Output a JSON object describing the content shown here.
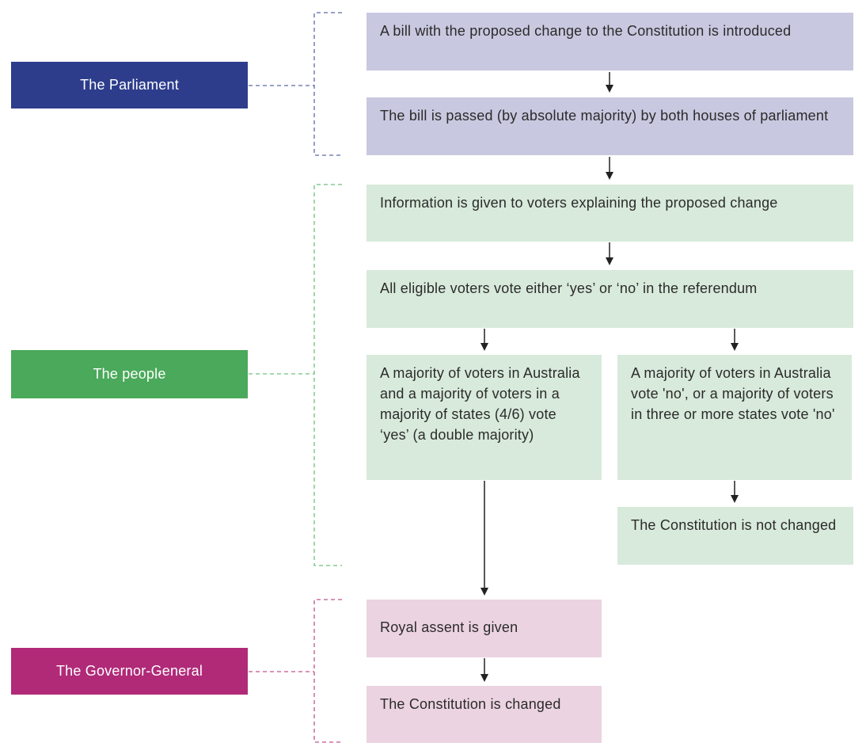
{
  "actors": {
    "parliament": {
      "label": "The Parliament",
      "color": "#2d3d8c"
    },
    "people": {
      "label": "The people",
      "color": "#4aa95a"
    },
    "governor": {
      "label": "The Governor-General",
      "color": "#b02a78"
    }
  },
  "steps": {
    "bill_introduced": "A bill with the proposed change to the Constitution is introduced",
    "bill_passed": "The bill is passed (by absolute majority) by both houses of parliament",
    "info_given": "Information is given to voters explaining the proposed change",
    "referendum_vote": "All eligible voters vote either ‘yes’ or ‘no’ in the referendum",
    "double_majority": "A majority of voters in Australia and a majority of voters in a majority of states (4/6) vote ‘yes’ (a double majority)",
    "majority_no": "A majority of voters in Australia vote 'no', or a majority of voters in three or more states vote 'no'",
    "not_changed": "The Constitution is not changed",
    "royal_assent": "Royal assent is given",
    "changed": "The Constitution is changed"
  },
  "colors": {
    "parliament_box": "#c8c8e0",
    "people_box": "#d8eadb",
    "governor_box": "#ecd3e1",
    "arrow": "#222222",
    "parliament_bracket": "#5a6aa6",
    "people_bracket": "#6cc07a",
    "governor_bracket": "#c3508f"
  }
}
